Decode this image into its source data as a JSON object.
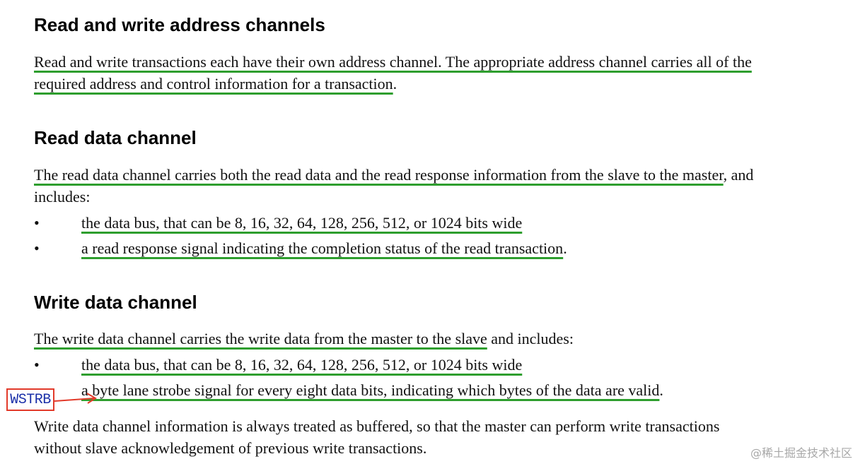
{
  "sections": [
    {
      "heading": "Read and write address channels",
      "paragraph": {
        "line1": "Read and write transactions each have their own address channel. The appropriate address channel carries all of the",
        "line2_underlined": "required address and control information for a transaction",
        "line2_tail": "."
      }
    },
    {
      "heading": "Read data channel",
      "paragraph": {
        "line1_underlined": "The read data channel carries both the read data and the read response information from the slave to the master",
        "line1_tail": ", and",
        "line2": "includes:"
      },
      "bullets": [
        {
          "underlined": "the data bus, that can be 8, 16, 32, 64, 128, 256, 512, or 1024 bits wide",
          "tail": ""
        },
        {
          "underlined": "a read response signal indicating the completion status of the read transaction",
          "tail": "."
        }
      ]
    },
    {
      "heading": "Write data channel",
      "paragraph": {
        "line1_underlined": "The write data channel carries the write data from the master to the slave",
        "line1_tail": " and includes:"
      },
      "bullets": [
        {
          "underlined": "the data bus, that can be 8, 16, 32, 64, 128, 256, 512, or 1024 bits wide",
          "tail": ""
        },
        {
          "underlined": "a byte lane strobe signal for every eight data bits, indicating which bytes of the data are valid",
          "tail": "."
        }
      ],
      "closing": {
        "line1": "Write data channel information is always treated as buffered, so that the master can perform write transactions",
        "line2": "without slave acknowledgement of previous write transactions."
      }
    }
  ],
  "bullet_glyph": "•",
  "annotation": {
    "label": "WSTRB",
    "box_color": "#e23a2a",
    "text_color": "#1a2fa8",
    "arrow_color": "#e23a2a"
  },
  "underline_color": "#2e9e2e",
  "watermark": "@稀土掘金技术社区"
}
